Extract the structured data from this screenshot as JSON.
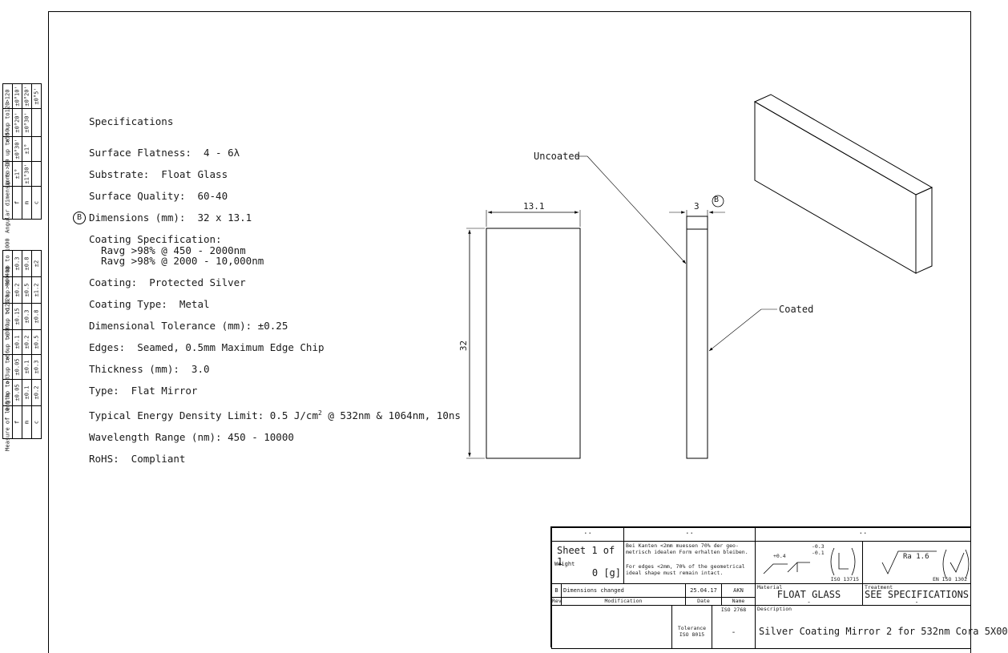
{
  "specs": {
    "title": "Specifications",
    "surface_flatness": "Surface Flatness:  4 - 6λ",
    "substrate": "Substrate:  Float Glass",
    "surface_quality": "Surface Quality:  60-40",
    "dimensions_marker": "B",
    "dimensions": "Dimensions (mm):  32 x 13.1",
    "coating_spec": "Coating Specification:",
    "ravg1": "  Ravg >98% @ 450 - 2000nm",
    "ravg2": "  Ravg >98% @ 2000 - 10,000nm",
    "coating": "Coating:  Protected Silver",
    "coating_type": "Coating Type:  Metal",
    "dim_tolerance": "Dimensional Tolerance (mm): ±0.25",
    "edges": "Edges:  Seamed, 0.5mm Maximum Edge Chip",
    "thickness": "Thickness (mm):  3.0",
    "type": "Type:  Flat Mirror",
    "energy_prefix": "Typical Energy Density Limit: 0.5 J/cm",
    "energy_sup": "2",
    "energy_suffix": " @ 532nm & 1064nm, 10ns",
    "wavelength": "Wavelength Range (nm): 450 - 10000",
    "rohs": "RoHS:  Compliant"
  },
  "angular_table": {
    "header": [
      "Angular dimensions",
      "up to 10",
      ">10 up to 50",
      ">50 up to120",
      ">120"
    ],
    "f": [
      "f",
      "±1°",
      "±0°30'",
      "±0°20'",
      "±0°10'"
    ],
    "m": [
      "m",
      "±1°30'",
      "±1°",
      "±0°30'",
      "±0°20'"
    ],
    "c": [
      "c",
      "",
      "",
      "",
      "±0°5'"
    ]
  },
  "linear_table": {
    "header": [
      "Measure of length",
      "0.5 up to 3",
      ">3 up to 6",
      ">6 up to 30",
      ">30 up to 120",
      ">120 up to 400",
      ">400 up to 1000"
    ],
    "f": [
      "f",
      "±0.05",
      "±0.05",
      "±0.1",
      "±0.15",
      "±0.2",
      "±0.3"
    ],
    "m": [
      "m",
      "±0.1",
      "±0.1",
      "±0.2",
      "±0.3",
      "±0.5",
      "±0.8"
    ],
    "c": [
      "c",
      "±0.2",
      "±0.3",
      "±0.5",
      "±0.8",
      "±1.2",
      "±2"
    ]
  },
  "drawing": {
    "width_dim": "13.1",
    "height_dim": "32",
    "thickness_dim": "3",
    "rev_marker": "B",
    "uncoated": "Uncoated",
    "coated": "Coated"
  },
  "title_block": {
    "dots1": "..",
    "dots2": "..",
    "dots3": "..",
    "sheet": "Sheet  1 of 1",
    "weight_label": "Weight",
    "weight_value": "0 [g]",
    "note_de": "Bei Kanten <2mm muessen 70% der geo-\nmetrisch idealen Form erhalten bleiben.",
    "note_en": "For edges <2mm, 70% of the geometrical\nideal shape must remain intact.",
    "edge_plus": "+0.4",
    "edge_tol": "-0.3\n-0.1",
    "iso13715": "ISO 13715",
    "ra_label": "Ra  1.6",
    "en_iso": "EN ISO 1302",
    "rev_letter": "B",
    "rev_desc": "Dimensions changed",
    "rev_date": "25.04.17",
    "rev_name": "AKN",
    "rev_col": "Rev",
    "mod_col": "Modification",
    "date_col": "Date",
    "name_col": "Name",
    "material_label": "Material",
    "material_value": "FLOAT GLASS",
    "material_sub": "-",
    "treatment_label": "Treatment",
    "treatment_value": "SEE SPECIFICATIONS",
    "treatment_sub": "-",
    "tolerance_label": "Tolerance\nISO 8015",
    "iso2768": "ISO 2768",
    "iso2768_value": "-",
    "description_label": "Description",
    "description_value": "Silver Coating Mirror 2 for 532nm Cora 5X00"
  }
}
